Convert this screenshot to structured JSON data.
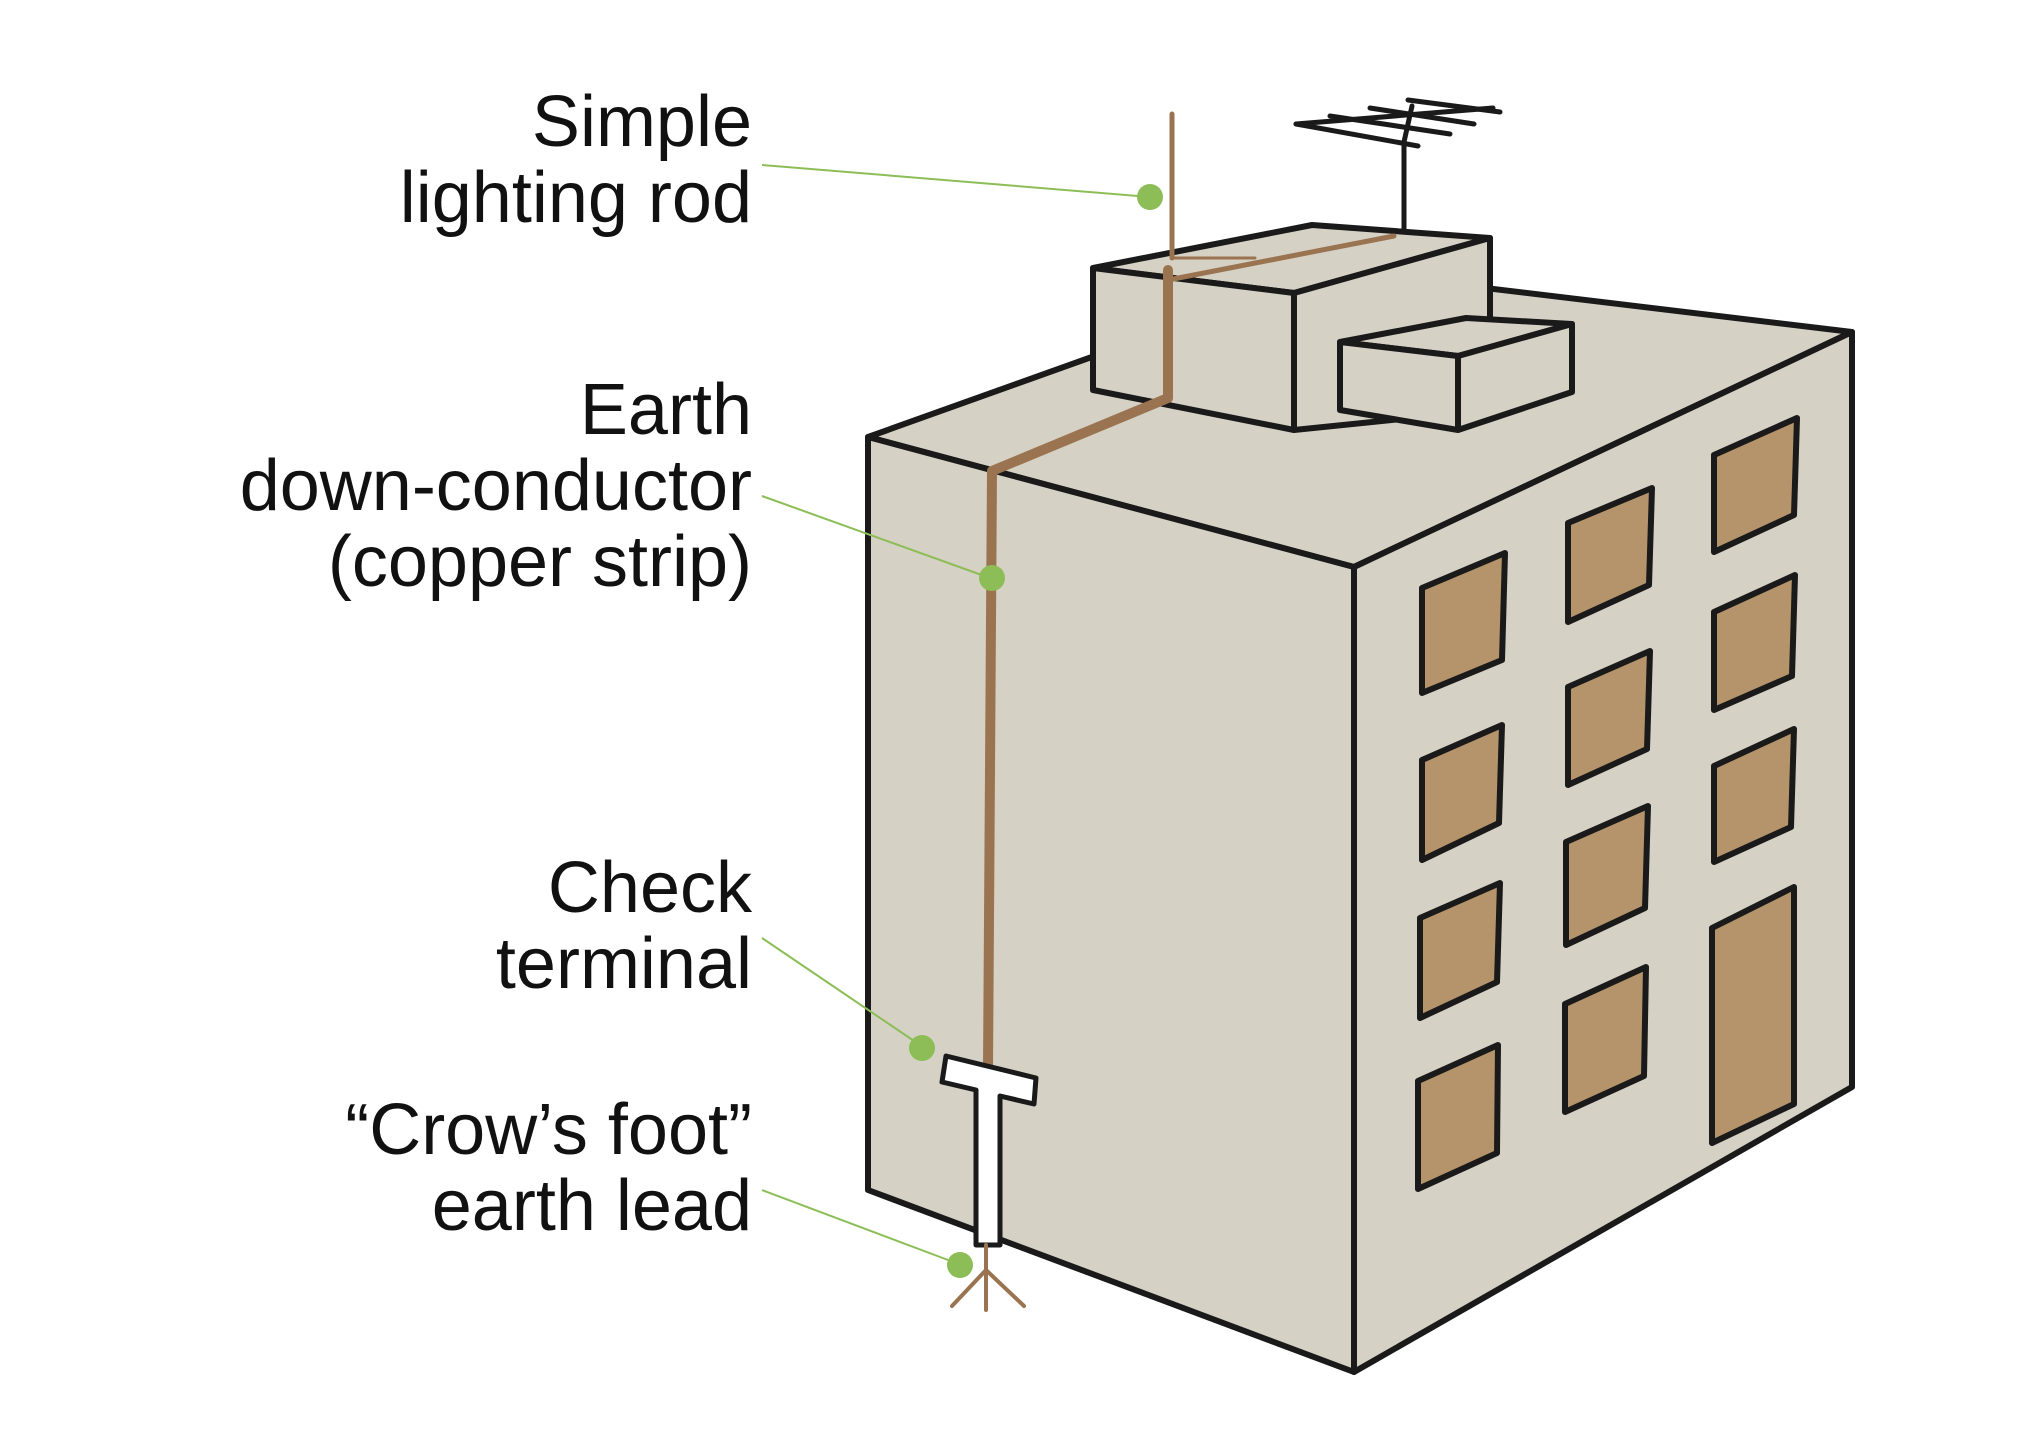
{
  "labels": {
    "rod": [
      "Simple",
      "lighting rod"
    ],
    "conductor": [
      "Earth",
      "down-conductor",
      "(copper strip)"
    ],
    "terminal": [
      "Check",
      "terminal"
    ],
    "crow_foot": [
      "“Crow’s foot”",
      "earth lead"
    ]
  },
  "colors": {
    "wall": "#d6d1c5",
    "outline": "#1a1a1a",
    "window": "#b5946c",
    "copper": "#9a7451",
    "leader": "#8cbd56",
    "text": "#111111"
  }
}
